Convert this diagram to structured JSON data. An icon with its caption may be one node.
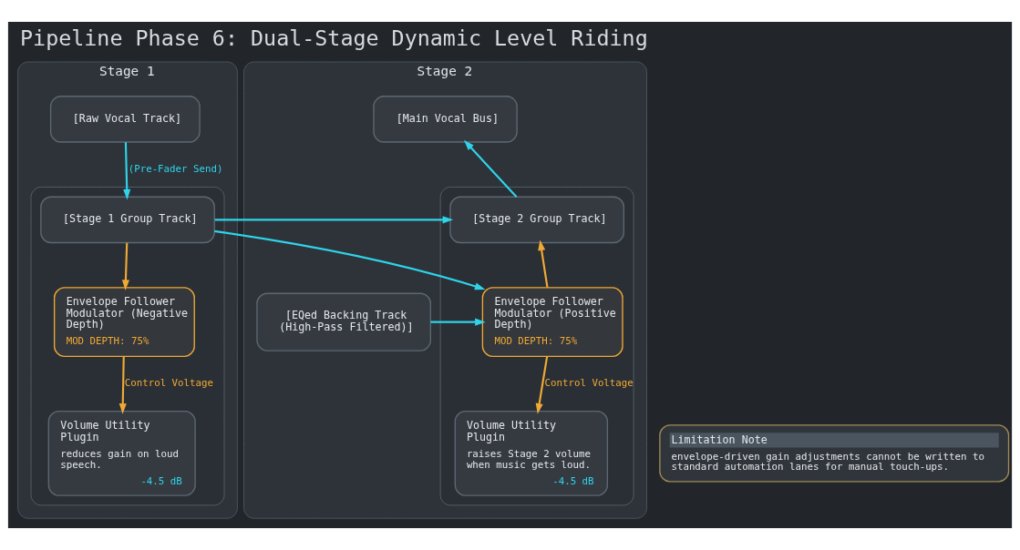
{
  "diagram": {
    "title": "Pipeline Phase 6: Dual-Stage Dynamic Level Riding",
    "nodes": [
      {
        "text": [
          "Stage 1"
        ]
      },
      {
        "text": [
          "[Raw Vocal Track]"
        ],
        "in": 0
      },
      {
        "text": [],
        "shape": "box",
        "in": 0
      },
      {
        "text": [
          "[Stage 1 Group Track]"
        ],
        "in": 2
      },
      {
        "text": [
          "Envelope Follower Modulator (Negative Depth)",
          "MOD DEPTH: 75%"
        ],
        "in": 2
      },
      {
        "text": [
          "Volume Utility Plugin",
          "reduces gain on loud speech.",
          "-4.5 dB"
        ],
        "in": 2
      },
      {
        "text": [
          "Stage 2"
        ]
      },
      {
        "text": [
          "[Main Vocal Bus]"
        ],
        "in": 6
      },
      {
        "text": [],
        "shape": "box",
        "in": 6
      },
      {
        "text": [
          "[Stage 2 Group Track]"
        ],
        "in": 8
      },
      {
        "text": [
          "[EQed Backing Track (High-Pass Filtered)]"
        ],
        "in": 6
      },
      {
        "text": [
          "Envelope Follower Modulator (Positive Depth)",
          "MOD DEPTH: 75%"
        ],
        "in": 8
      },
      {
        "text": [
          "Volume Utility Plugin",
          "raises Stage 2 volume when music gets loud.",
          "-4.5 dB"
        ],
        "in": 8
      },
      {
        "text": [
          "Limitation Note",
          "envelope-driven gain adjustments cannot be written to standard automation lanes for manual touch-ups."
        ]
      }
    ],
    "edges": [
      {
        "from": 1,
        "to": 3,
        "arrow": "to",
        "label": "(Pre-Fader Send)"
      },
      {
        "from": 3,
        "to": 4,
        "arrow": "to",
        "color": "#f0a935"
      },
      {
        "from": 4,
        "to": 5,
        "arrow": "to",
        "label": "Control Voltage",
        "color": "#f0a935"
      },
      {
        "from": 3,
        "to": 9,
        "arrow": "to"
      },
      {
        "from": 3,
        "to": 11,
        "arrow": "to"
      },
      {
        "from": 10,
        "to": 11,
        "arrow": "to"
      },
      {
        "from": 11,
        "to": 9,
        "arrow": "to",
        "color": "#f0a935"
      },
      {
        "from": 11,
        "to": 12,
        "arrow": "to",
        "label": "Control Voltage",
        "color": "#f0a935"
      },
      {
        "from": 9,
        "to": 7,
        "arrow": "to"
      }
    ]
  }
}
